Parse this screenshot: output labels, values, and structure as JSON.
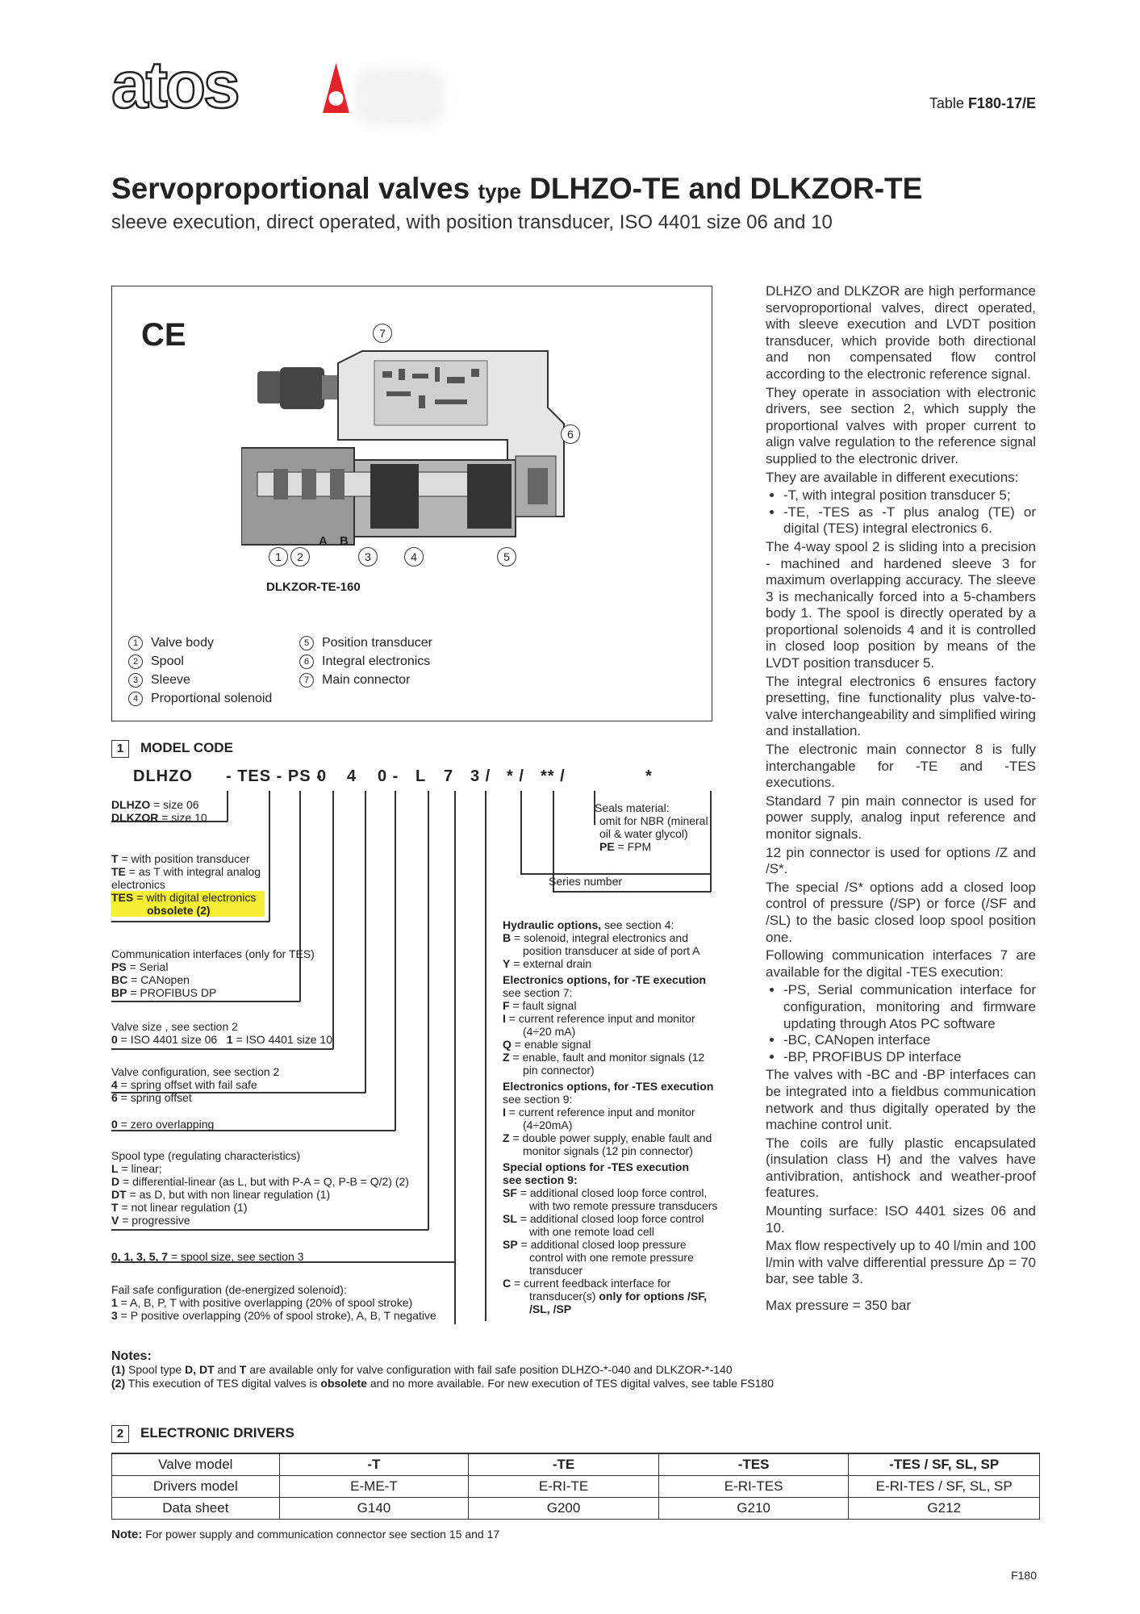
{
  "header": {
    "logo_text": "atos",
    "table_prefix": "Table",
    "table_code": "F180-17/E"
  },
  "title": {
    "main_a": "Servoproportional valves",
    "main_type": "type",
    "main_b": "DLHZO-TE and DLKZOR-TE",
    "subtitle": "sleeve execution, direct operated, with position transducer, ISO 4401 size 06 and 10"
  },
  "figure": {
    "ce_mark": "CE",
    "caption": "DLKZOR-TE-160",
    "port_a": "A",
    "port_b": "B",
    "callouts": [
      "1",
      "2",
      "3",
      "4",
      "5",
      "6",
      "7"
    ],
    "legend_left": [
      {
        "num": "1",
        "label": "Valve body"
      },
      {
        "num": "2",
        "label": "Spool"
      },
      {
        "num": "3",
        "label": "Sleeve"
      },
      {
        "num": "4",
        "label": "Proportional solenoid"
      }
    ],
    "legend_right": [
      {
        "num": "5",
        "label": "Position transducer"
      },
      {
        "num": "6",
        "label": "Integral electronics"
      },
      {
        "num": "7",
        "label": "Main connector"
      }
    ]
  },
  "description": {
    "p1": "DLHZO and DLKZOR are high performance servoproportional valves, direct operated, with sleeve execution and LVDT position transducer, which provide both directional and non compensated flow control according to the electronic reference signal.",
    "p2": "They operate in association with electronic drivers, see section 2, which supply the proportional valves with proper current to align valve regulation to the reference signal supplied to the electronic driver.",
    "p3": "They are available in different executions:",
    "p3_items": [
      "-T, with integral position transducer 5;",
      "-TE, -TES as -T plus analog (TE) or digital (TES) integral electronics 6."
    ],
    "p4": "The 4-way spool 2 is sliding into a precision - machined and hardened sleeve 3 for maximum overlapping accuracy. The sleeve 3 is mechanically forced into a 5-chambers body 1. The spool is directly operated by a proportional solenoids 4 and it is controlled in closed loop position by means of the LVDT position transducer 5.",
    "p5": "The integral electronics 6 ensures factory presetting, fine functionality plus valve-to-valve interchangeability and simplified wiring and installation.",
    "p6": "The electronic main connector 8 is fully interchangable for -TE and -TES executions.",
    "p7": "Standard 7 pin main connector is used for power supply, analog input reference and monitor signals.",
    "p8": "12 pin connector is used for options /Z and /S*.",
    "p9": "The special /S* options add a closed loop control of pressure (/SP) or force (/SF and /SL) to the basic closed loop spool position one.",
    "p10": "Following communication interfaces 7 are available for the digital -TES execution:",
    "p10_items": [
      "-PS, Serial communication interface for configuration, monitoring and firmware updating through Atos PC software",
      "-BC, CANopen interface",
      "-BP, PROFIBUS DP interface"
    ],
    "p11": "The valves with -BC and -BP interfaces can be integrated into a fieldbus communication network and thus digitally operated by the machine control unit.",
    "p12": "The coils are fully plastic encapsulated (insulation class H) and the valves have antivibration, antishock and weather-proof features.",
    "p13": "Mounting surface: ISO 4401 sizes 06 and 10.",
    "p14": "Max flow respectively up to 40 l/min and 100 l/min with valve differential pressure Δp = 70 bar, see table 3.",
    "p15": "Max pressure =  350 bar"
  },
  "model_code": {
    "section_num": "1",
    "section_title": "MODEL CODE",
    "codes": [
      "DLHZO",
      "- TES - PS -",
      "0",
      "4",
      "0 -",
      "L",
      "7",
      "3 /",
      "* /",
      "** /",
      "*"
    ],
    "size_a": "DLHZO",
    "size_a_val": " = size 06",
    "size_b": "DLKZOR",
    "size_b_val": " = size 10",
    "t_key": "T",
    "t_val": " = with position transducer",
    "te_key": "TE",
    "te_val": " = as T with integral analog electronics",
    "tes_key": "TES",
    "tes_val": " = with digital electronics",
    "tes_obsolete": "obsolete (2)",
    "comm_title": "Communication interfaces (only for TES)",
    "ps": "PS",
    "ps_val": " = Serial",
    "bc": "BC",
    "bc_val": " = CANopen",
    "bp": "BP",
    "bp_val": " = PROFIBUS DP",
    "vsize_title": "Valve size , see section 2",
    "vsize_0": "0",
    "vsize_0_val": " = ISO 4401 size 06",
    "vsize_1": "1",
    "vsize_1_val": " = ISO 4401 size 10",
    "vconf_title": "Valve configuration, see section 2",
    "vconf_4": "4",
    "vconf_4_val": " = spring offset with fail safe",
    "vconf_6": "6",
    "vconf_6_val": " = spring offset",
    "zero_key": "0",
    "zero_val": " = zero overlapping",
    "spool_title": "Spool type (regulating characteristics)",
    "spool_l": "L",
    "spool_l_val": " = linear;",
    "spool_d": "D",
    "spool_d_val": " = differential-linear (as L, but with P-A = Q, P-B = Q/2) (2)",
    "spool_dt": "DT",
    "spool_dt_val": " = as D, but with non linear regulation (1)",
    "spool_t": "T",
    "spool_t_val": " = not linear regulation (1)",
    "spool_v": "V",
    "spool_v_val": " = progressive",
    "spoolsize_key": "0, 1, 3, 5, 7",
    "spoolsize_val": " = spool size, see section 3",
    "failsafe_title": "Fail safe configuration (de-energized solenoid):",
    "failsafe_1": "1",
    "failsafe_1_val": " = A, B, P, T with positive overlapping (20% of spool stroke)",
    "failsafe_3": "3",
    "failsafe_3_val": " = P positive overlapping (20% of spool stroke), A, B, T negative",
    "seals_title": "Seals material:",
    "seals_text": "omit for NBR (mineral oil & water glycol)",
    "seals_pe": "PE",
    "seals_pe_val": " = FPM",
    "series": "Series number",
    "hyd_title": "Hydraulic options,",
    "hyd_see": " see section 4:",
    "hyd_b": "B",
    "hyd_b_val": " = solenoid, integral electronics and position transducer at side of port A",
    "hyd_y": "Y",
    "hyd_y_val": " = external drain",
    "ete_title": "Electronics options, for -TE execution",
    "ete_see": "see section 7:",
    "ete_f": "F",
    "ete_f_val": " = fault signal",
    "ete_i": "I",
    "ete_i_val": " = current reference input and monitor (4÷20 mA)",
    "ete_q": "Q",
    "ete_q_val": " = enable signal",
    "ete_z": "Z",
    "ete_z_val": " = enable, fault and monitor signals (12 pin connector)",
    "etes_title": "Electronics options, for -TES execution",
    "etes_see": "see section 9:",
    "etes_i": "I",
    "etes_i_val": " = current reference input and monitor (4÷20mA)",
    "etes_z": "Z",
    "etes_z_val": " = double power supply, enable fault and monitor signals (12 pin connector)",
    "spec_title": "Special options for -TES execution",
    "spec_see": "see section 9:",
    "spec_sf": "SF",
    "spec_sf_val": " = additional closed loop force control, with two remote pressure transducers",
    "spec_sl": "SL",
    "spec_sl_val": " = additional closed loop force control with one remote load cell",
    "spec_sp": "SP",
    "spec_sp_val": " = additional closed loop pressure control with one remote pressure transducer",
    "spec_c": "C",
    "spec_c_val": " = current feedback interface for transducer(s) ",
    "spec_c_bold": "only for options /SF, /SL, /SP"
  },
  "notes": {
    "title": "Notes:",
    "n1_key": "(1)",
    "n1_a": " Spool type ",
    "n1_b": "D, DT",
    "n1_c": " and ",
    "n1_d": "T",
    "n1_e": " are available only for valve configuration with fail safe position DLHZO-*-040 and DLKZOR-*-140",
    "n2_key": "(2)",
    "n2_a": " This execution of TES digital valves is ",
    "n2_b": "obsolete",
    "n2_c": " and no more available. For new execution of TES digital valves, see table FS180"
  },
  "drivers": {
    "section_num": "2",
    "section_title": "ELECTRONIC DRIVERS",
    "rows": [
      [
        "Valve model",
        "-T",
        "-TE",
        "-TES",
        "-TES / SF, SL, SP"
      ],
      [
        "Drivers model",
        "E-ME-T",
        "E-RI-TE",
        "E-RI-TES",
        "E-RI-TES / SF, SL, SP"
      ],
      [
        "Data sheet",
        "G140",
        "G200",
        "G210",
        "G212"
      ]
    ],
    "note_label": "Note:",
    "note_text": " For power supply and communication connector see section 15 and 17"
  },
  "footer": {
    "page_code": "F180"
  }
}
